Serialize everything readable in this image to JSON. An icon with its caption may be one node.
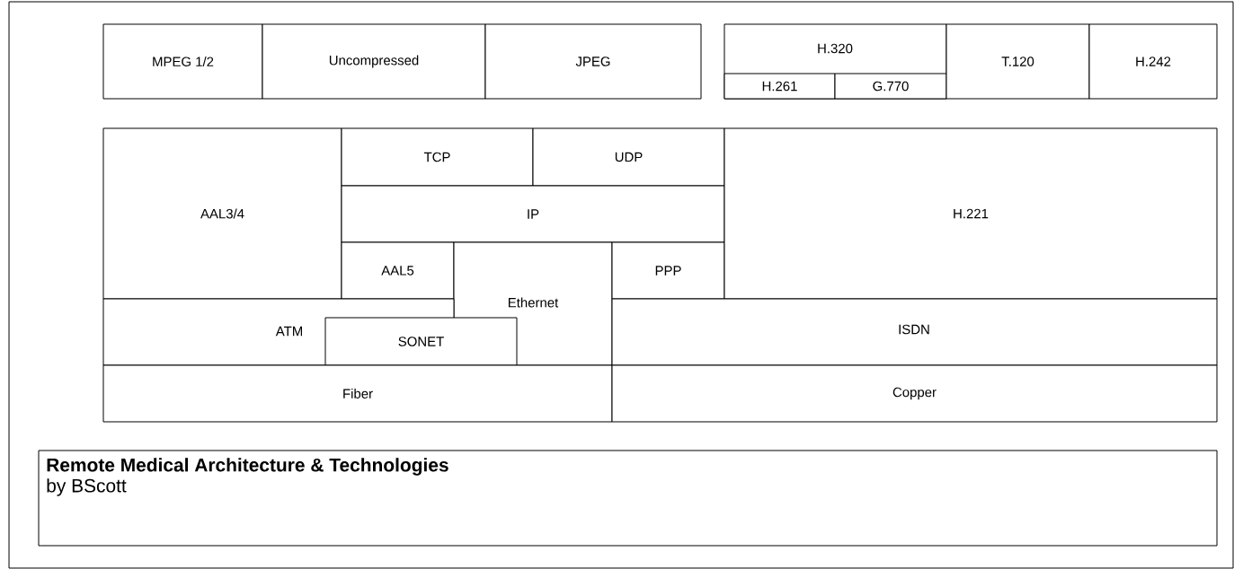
{
  "diagram": {
    "nodes": [
      {
        "text": [
          "MPEG 1/2"
        ]
      },
      {
        "text": [
          "Uncompressed"
        ]
      },
      {
        "text": [
          "JPEG"
        ]
      },
      {
        "text": [
          "H.320"
        ]
      },
      {
        "text": [
          "H.261"
        ],
        "in": 3
      },
      {
        "text": [
          "G.770"
        ],
        "in": 3
      },
      {
        "text": [
          "T.120"
        ]
      },
      {
        "text": [
          "H.242"
        ]
      },
      {
        "text": [
          "AAL3/4"
        ]
      },
      {
        "text": [
          "TCP"
        ]
      },
      {
        "text": [
          "UDP"
        ]
      },
      {
        "text": [
          "IP"
        ]
      },
      {
        "text": [
          "AAL5"
        ]
      },
      {
        "text": [
          "Ethernet"
        ]
      },
      {
        "text": [
          "PPP"
        ]
      },
      {
        "text": [
          "H.221"
        ]
      },
      {
        "text": [
          "ATM"
        ]
      },
      {
        "text": [
          "SONET"
        ]
      },
      {
        "text": [
          "ISDN"
        ]
      },
      {
        "text": [
          "Fiber"
        ]
      },
      {
        "text": [
          "Copper"
        ]
      },
      {
        "text": [
          "Remote Medical Architecture & Technologies",
          "by BScott"
        ]
      }
    ]
  }
}
